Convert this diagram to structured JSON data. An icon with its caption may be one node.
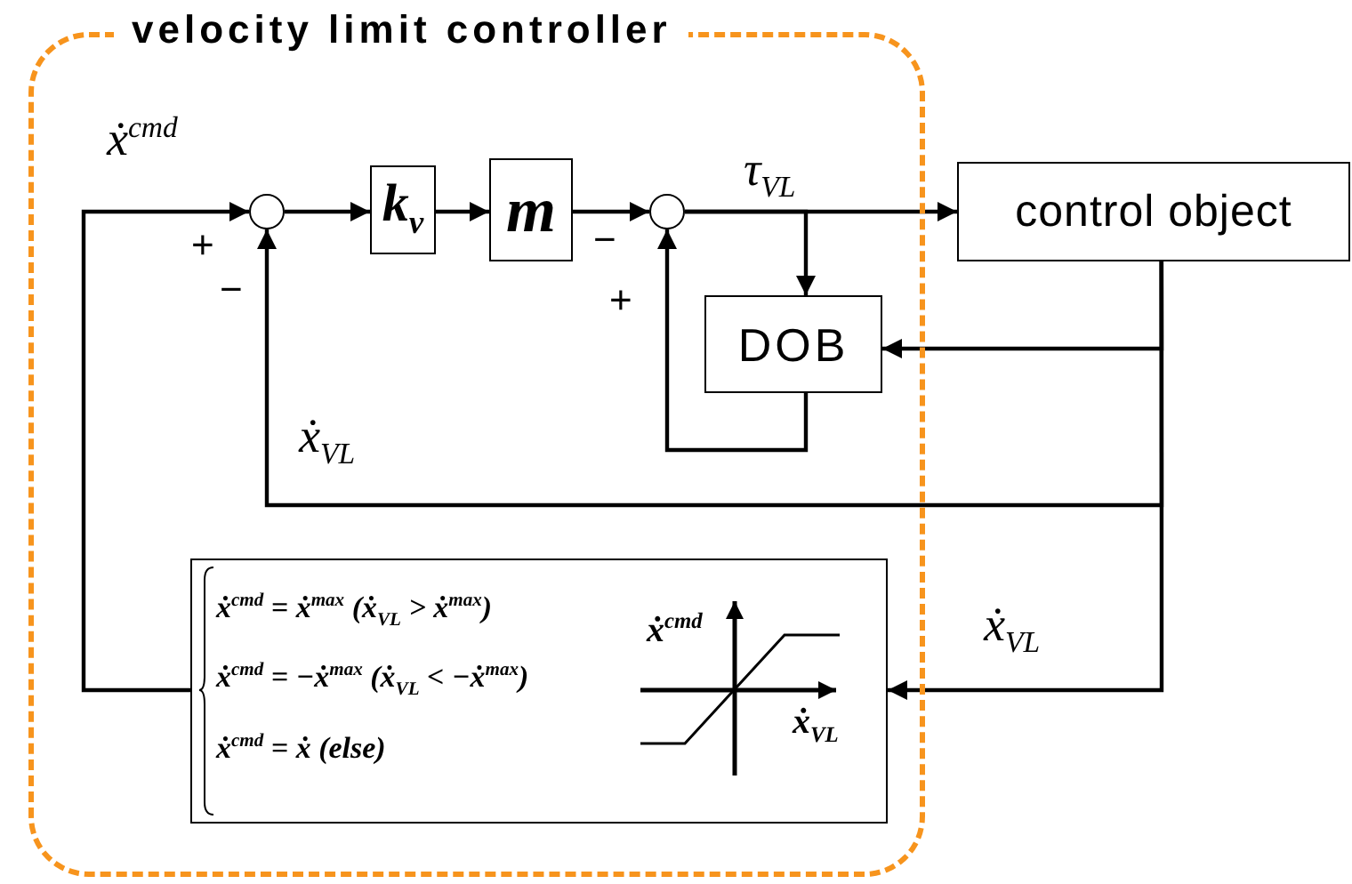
{
  "diagram": {
    "nodes": [
      {
        "text": [
          "velocity limit controller"
        ]
      },
      {
        "text": [],
        "shape": "circle",
        "in": 0,
        "beside": [
          "+",
          "−"
        ]
      },
      {
        "text": [
          "k$_{v}$"
        ],
        "in": 0
      },
      {
        "text": [
          "m"
        ],
        "in": 0
      },
      {
        "text": [],
        "shape": "circle",
        "in": 0,
        "beside": [
          "−",
          "+"
        ]
      },
      {
        "text": [
          "DOB"
        ],
        "in": 0
      },
      {
        "text": [
          "control object"
        ]
      },
      {
        "text": [
          "ẋ$^{cmd}$ = ẋ$^{max}$ (ẋ$_{VL}$ > ẋ$^{max}$)",
          "ẋ$^{cmd}$ = −ẋ$^{max}$ (ẋ$_{VL}$ < −ẋ$^{max}$)",
          "ẋ$^{cmd}$ = ẋ (else)",
          "ẋ$^{cmd}$",
          "ẋ$_{VL}$"
        ],
        "in": 0
      }
    ],
    "edges": [
      {
        "from": 7,
        "to": 1,
        "arrow": "to",
        "label": "ẋ$^{cmd}$"
      },
      {
        "from": 1,
        "to": 2,
        "arrow": "to"
      },
      {
        "from": 2,
        "to": 3,
        "arrow": "to"
      },
      {
        "from": 3,
        "to": 4,
        "arrow": "to"
      },
      {
        "from": 4,
        "to": 6,
        "arrow": "to",
        "label": "τ$_{VL}$"
      },
      {
        "from": 4,
        "to": 5,
        "arrow": "to"
      },
      {
        "from": 5,
        "to": 4,
        "arrow": "to"
      },
      {
        "from": 6,
        "to": 5,
        "arrow": "to"
      },
      {
        "from": 6,
        "to": 1,
        "arrow": "to",
        "label": "ẋ$_{VL}$"
      },
      {
        "from": 6,
        "to": 7,
        "arrow": "to",
        "label": "ẋ$_{VL}$"
      }
    ]
  }
}
